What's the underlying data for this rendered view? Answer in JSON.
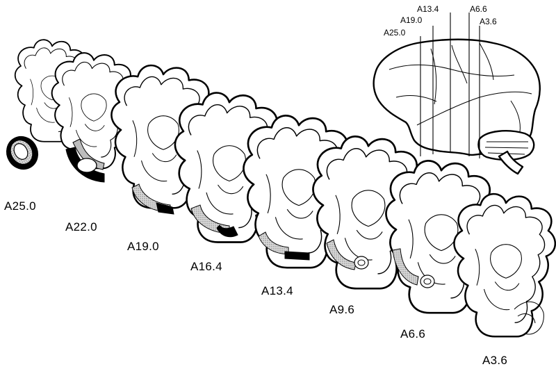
{
  "section_labels": [
    "A25.0",
    "A22.0",
    "A19.0",
    "A16.4",
    "A13.4",
    "A9.6",
    "A6.6",
    "A3.6"
  ],
  "brain_labels": [
    "A13.4",
    "A6.6",
    "A19.0",
    "A3.6",
    "A25.0"
  ],
  "colors": {
    "outline": "#000000",
    "shaded": "#bdbdbd",
    "filled": "#000000",
    "background": "#ffffff"
  }
}
